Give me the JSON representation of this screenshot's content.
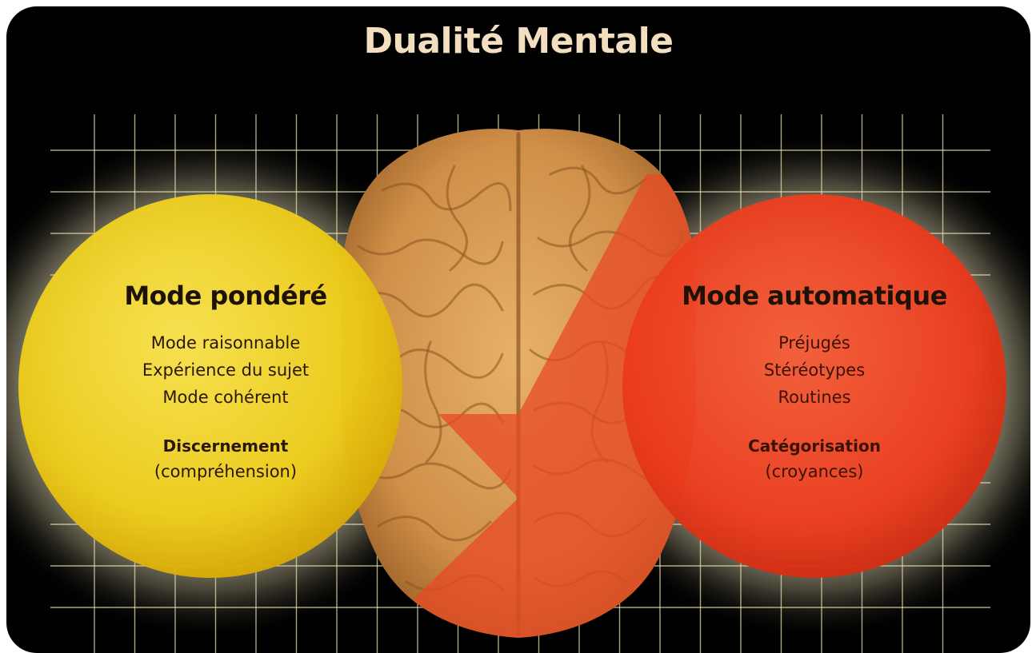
{
  "title": "Dualité Mentale",
  "colors": {
    "background": "#000000",
    "title": "#f3dec0",
    "grid": "#e8e0b0",
    "left_mode": "#f1d21e",
    "right_mode": "#ec3a1c",
    "brain": "#d79a52",
    "brain_overlay": "#e84a25"
  },
  "left_mode": {
    "heading": "Mode pondéré",
    "lines": [
      "Mode raisonnable",
      "Expérience du sujet",
      "Mode cohérent"
    ],
    "term": "Discernement",
    "term_sub": "(compréhension)"
  },
  "right_mode": {
    "heading": "Mode automatique",
    "lines": [
      "Préjugés",
      "Stéréotypes",
      "Routines"
    ],
    "term": "Catégorisation",
    "term_sub": "(croyances)"
  }
}
